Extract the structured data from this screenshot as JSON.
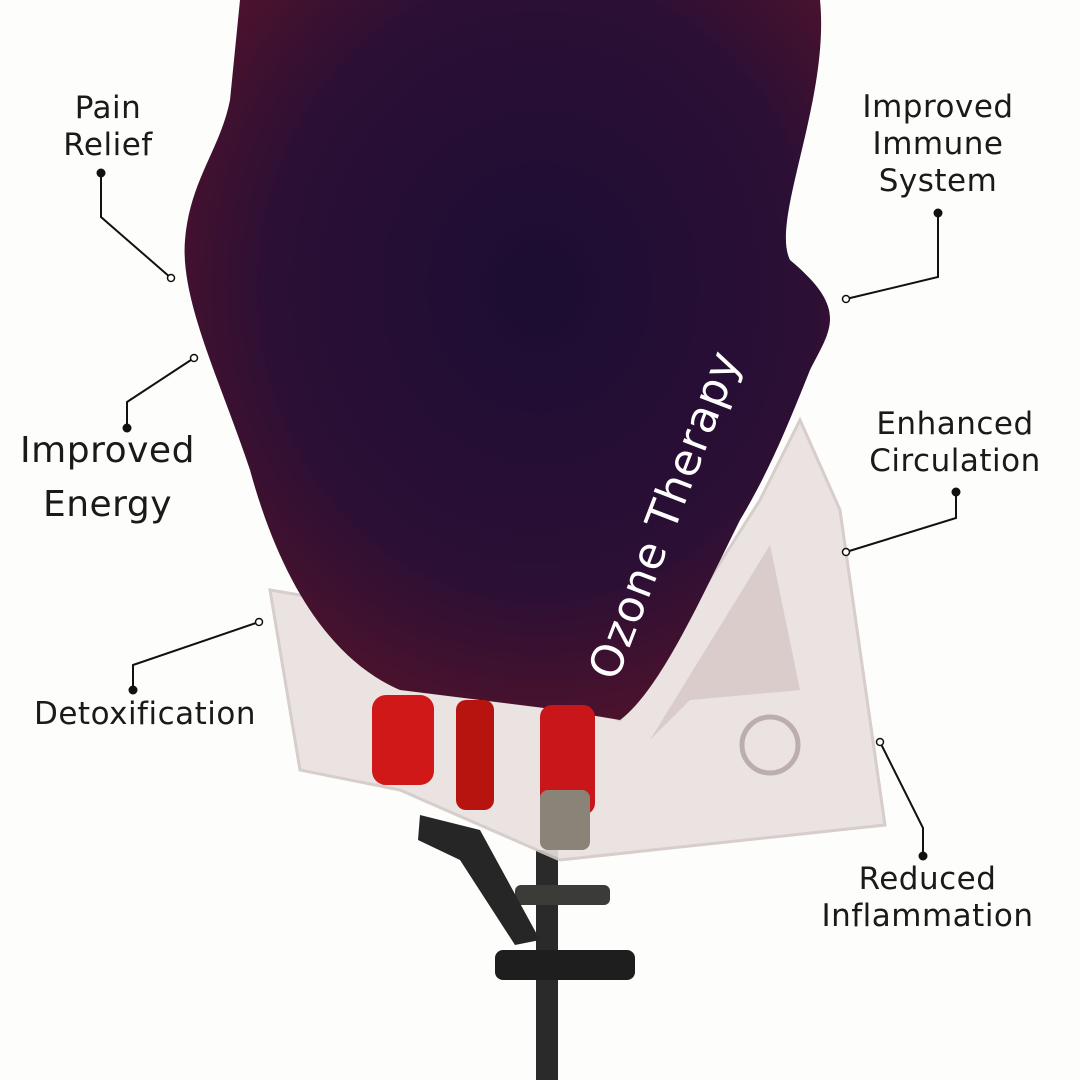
{
  "title": "Ozone Therapy",
  "benefits": {
    "pain_relief": [
      "Pain",
      "Relief"
    ],
    "improved_energy": [
      "Improved",
      "Energy"
    ],
    "detoxification": [
      "Detoxification"
    ],
    "immune_system": [
      "Improved",
      "Immune",
      "System"
    ],
    "circulation": [
      "Enhanced",
      "Circulation"
    ],
    "inflammation": [
      "Reduced",
      "Inflammation"
    ]
  },
  "colors": {
    "blood": "#2a0f35",
    "accent_red": "#d01818",
    "background": "#fdfdfb",
    "text": "#1a1a1a"
  }
}
